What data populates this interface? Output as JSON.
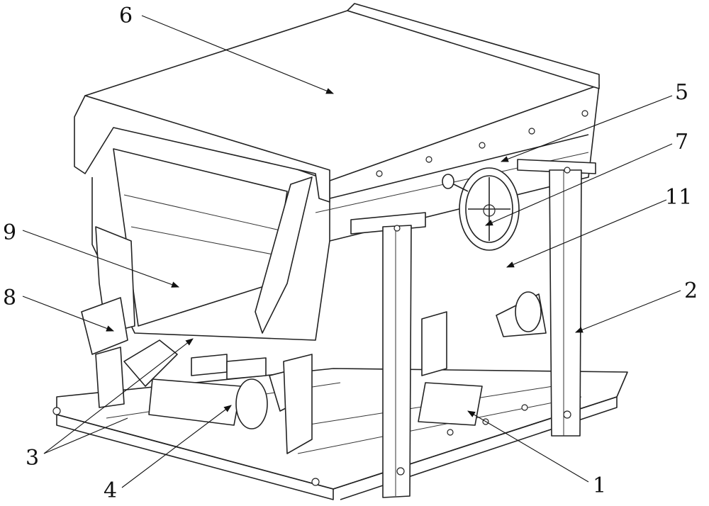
{
  "figure": {
    "reference_labels": [
      {
        "id": "6",
        "text": "6"
      },
      {
        "id": "5",
        "text": "5"
      },
      {
        "id": "7",
        "text": "7"
      },
      {
        "id": "11",
        "text": "11"
      },
      {
        "id": "9",
        "text": "9"
      },
      {
        "id": "8",
        "text": "8"
      },
      {
        "id": "2",
        "text": "2"
      },
      {
        "id": "3",
        "text": "3"
      },
      {
        "id": "4",
        "text": "4"
      },
      {
        "id": "1",
        "text": "1"
      }
    ],
    "colors": {
      "line": "#222222",
      "background": "#ffffff"
    }
  }
}
